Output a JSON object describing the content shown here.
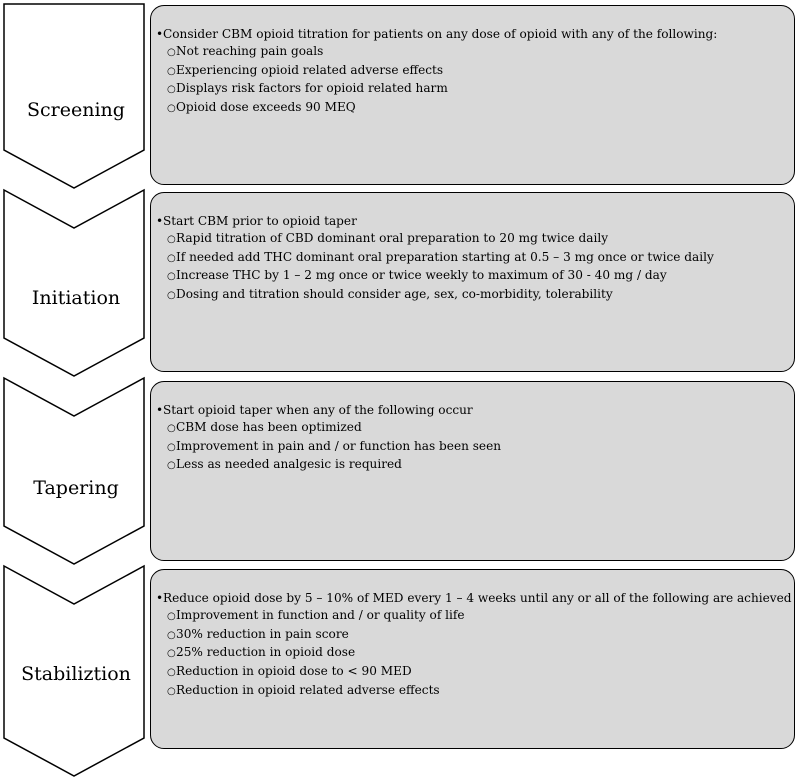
{
  "stages": [
    {
      "name": "Screening",
      "bullet": "Consider CBM opioid titration for patients on any dose of opioid with any of the following:",
      "items": [
        "Not reaching pain goals",
        "Experiencing opioid related adverse effects",
        "Displays risk factors for opioid related harm",
        "Opioid dose exceeds 90 MEQ"
      ]
    },
    {
      "name": "Initiation",
      "bullet": "Start CBM prior to opioid taper",
      "items": [
        "Rapid titration of CBD dominant oral preparation to 20 mg twice daily",
        "If needed add THC dominant oral preparation starting at 0.5 – 3 mg once or twice daily",
        "Increase THC by 1 – 2 mg once or twice weekly to maximum of 30 - 40 mg / day",
        "Dosing and titration should consider age, sex, co-morbidity, tolerability"
      ]
    },
    {
      "name": "Tapering",
      "bullet": "Start opioid taper when any of the following occur",
      "items": [
        "CBM dose has been optimized",
        "Improvement in pain and / or function has been seen",
        "Less as needed analgesic is required"
      ]
    },
    {
      "name": "Stabiliztion",
      "bullet": "Reduce opioid dose by 5 – 10% of MED every 1 – 4 weeks until any or all of the following are achieved",
      "items": [
        "Improvement in function and / or quality of life",
        "30% reduction in pain score",
        "25% reduction in opioid dose",
        "Reduction in opioid dose to < 90 MED",
        "Reduction in opioid related adverse effects"
      ]
    }
  ],
  "markers": {
    "bullet": "•",
    "sub": "○"
  },
  "colors": {
    "box_fill": "#d9d9d9",
    "chevron_fill": "#ffffff",
    "stroke": "#000000"
  }
}
